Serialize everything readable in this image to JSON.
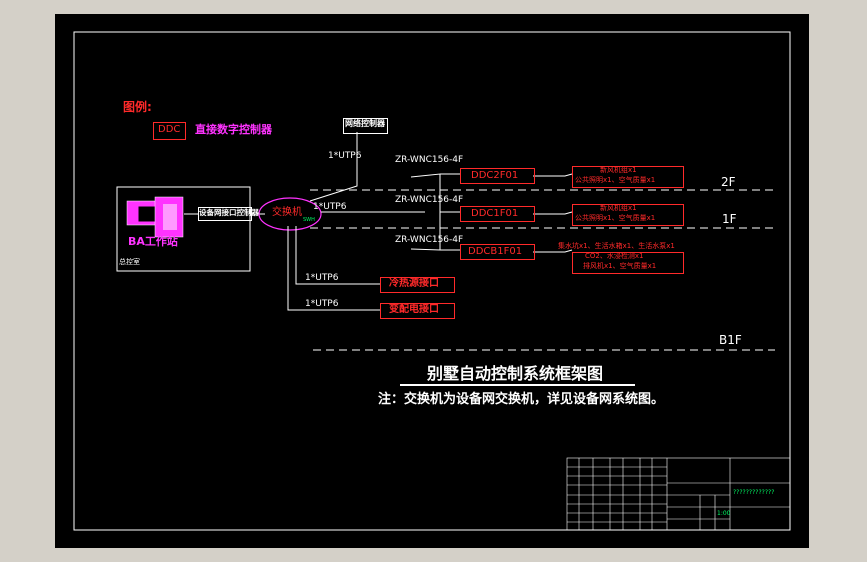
{
  "legend": {
    "title": "图例:",
    "ddc_abbr": "DDC",
    "ddc_desc": "直接数字控制器"
  },
  "devices": {
    "network_controller": "网络控制器",
    "workstation_label": "BA工作站",
    "workstation_sub": "总控室",
    "interface_controller": "设备网接口控制器",
    "switch": "交换机",
    "switch_sub": "SWH",
    "chiller_interface": "冷热源接口",
    "power_interface": "变配电接口"
  },
  "cables": {
    "utp_top": "1*UTP6",
    "utp_switch": "1*UTP6",
    "utp_chiller": "1*UTP6",
    "utp_power": "1*UTP6",
    "bus_2f": "ZR-WNC156-4F",
    "bus_1f": "ZR-WNC156-4F",
    "bus_b1f": "ZR-WNC156-4F"
  },
  "ddc": {
    "d2f": "DDC2F01",
    "d1f": "DDC1F01",
    "db1f": "DDCB1F01"
  },
  "points": {
    "p2f_1": "新风机组x1",
    "p2f_2": "公共照明x1、空气质量x1",
    "p1f_1": "新风机组x1",
    "p1f_2": "公共照明x1、空气质量x1",
    "pb1f_1": "集水坑x1、生活水箱x1、生活水泵x1",
    "pb1f_2": "CO2、水浸检测x1",
    "pb1f_3": "排风机x1、空气质量x1"
  },
  "floors": {
    "f2": "2F",
    "f1": "1F",
    "b1f": "B1F"
  },
  "title": "别墅自动控制系统框架图",
  "note": "注：交换机为设备网交换机，详见设备网系统图。",
  "title_block": {
    "project": "?????????????",
    "scale": "1:00"
  },
  "colors": {
    "background": "#000000",
    "frame": "#ffffff",
    "ddc": "#ff2a2a",
    "accent": "#ff33ff",
    "label": "#00ff66"
  }
}
